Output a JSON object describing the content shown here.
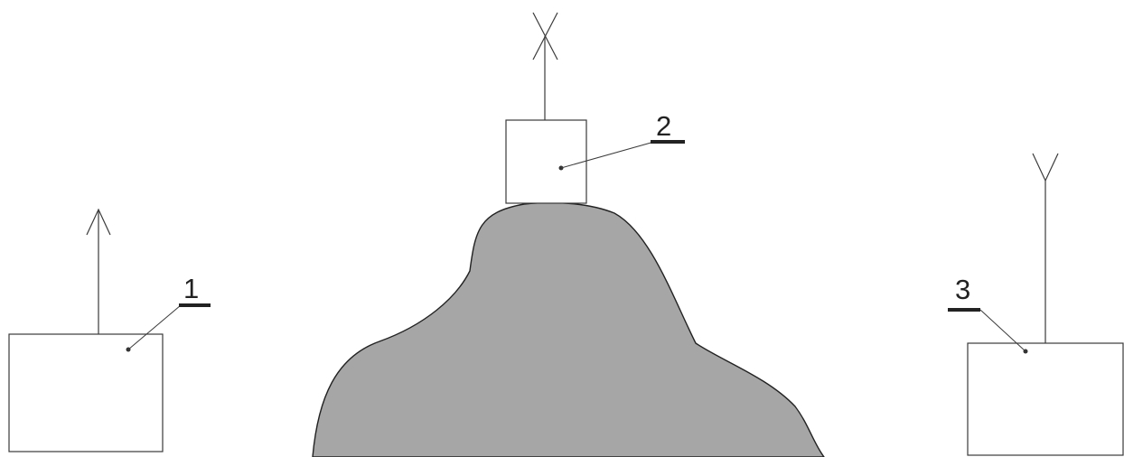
{
  "labels": {
    "station_1": "1",
    "station_2": "2",
    "station_3": "3"
  },
  "colors": {
    "hill_fill": "#a6a6a6",
    "hill_stroke": "#222222",
    "outline": "#3a3a3a",
    "background": "#ffffff"
  },
  "icons": {
    "station_1_antenna": "arrow-antenna-icon",
    "station_2_antenna": "cross-antenna-icon",
    "station_3_antenna": "y-antenna-icon"
  }
}
